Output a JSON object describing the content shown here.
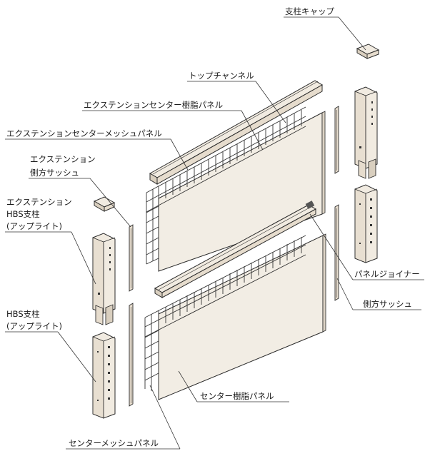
{
  "labels": {
    "post_cap": "支柱キャップ",
    "top_channel": "トップチャンネル",
    "ext_center_resin_panel": "エクステンションセンター樹脂パネル",
    "ext_center_mesh_panel": "エクステンションセンターメッシュパネル",
    "ext_side_sash_1": "エクステンション",
    "ext_side_sash_2": "側方サッシュ",
    "ext_hbs_post_1": "エクステンション",
    "ext_hbs_post_2": "HBS支柱",
    "ext_hbs_post_3": "(アップライト)",
    "hbs_post_1": "HBS支柱",
    "hbs_post_2": "(アップライト)",
    "panel_joiner": "パネルジョイナー",
    "side_sash": "側方サッシュ",
    "center_resin_panel": "センター樹脂パネル",
    "center_mesh_panel": "センターメッシュパネル"
  },
  "colors": {
    "line": "#2b2b2b",
    "part_fill": "#f1ebe1",
    "panel_fill": "#f2ede4",
    "panel_edge": "#dcd3c5",
    "background": "#ffffff"
  }
}
